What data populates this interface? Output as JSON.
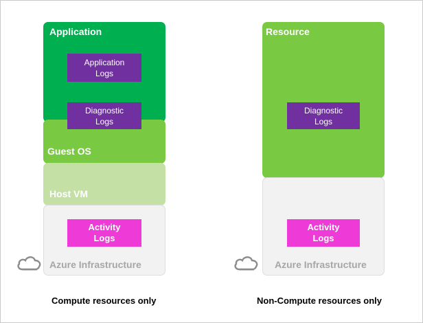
{
  "left_stack": {
    "application_label": "Application",
    "application_logs": [
      "Application",
      "Logs"
    ],
    "diagnostic_logs": [
      "Diagnostic",
      "Logs"
    ],
    "guest_os_label": "Guest OS",
    "host_vm_label": "Host VM",
    "activity_logs": [
      "Activity",
      "Logs"
    ],
    "infrastructure_label": "Azure Infrastructure",
    "caption": "Compute resources only"
  },
  "right_stack": {
    "resource_label": "Resource",
    "diagnostic_logs": [
      "Diagnostic",
      "Logs"
    ],
    "activity_logs": [
      "Activity",
      "Logs"
    ],
    "infrastructure_label": "Azure Infrastructure",
    "caption": "Non-Compute resources only"
  },
  "colors": {
    "application": "#00b050",
    "guest_os": "#7ac943",
    "host_vm": "#c5e0a5",
    "resource": "#7ac943",
    "infrastructure": "#f2f2f2",
    "diagnostic_logs": "#7030a0",
    "application_logs": "#7030a0",
    "activity_logs": "#ee3ad6"
  },
  "icons": {
    "infrastructure": "cloud-icon"
  }
}
